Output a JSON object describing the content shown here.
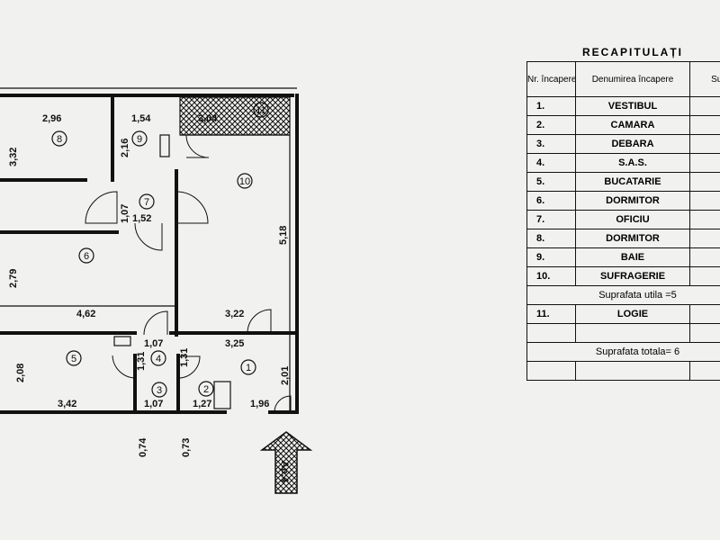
{
  "plan": {
    "dimensions": {
      "d296": "2,96",
      "d154": "1,54",
      "d304": "3,04",
      "d332": "3,32",
      "d216": "2,16",
      "d107a": "1,07",
      "d152": "1,52",
      "d518": "5,18",
      "d279": "2,79",
      "d462": "4,62",
      "d322": "3,22",
      "d107b": "1,07",
      "d325": "3,25",
      "d208": "2,08",
      "d131a": "1,31",
      "d131b": "1,31",
      "d342": "3,42",
      "d107c": "1,07",
      "d127": "1,27",
      "d196": "1,96",
      "d201": "2,01",
      "d074": "0,74",
      "d073": "0,73"
    },
    "rooms": {
      "r1": "1",
      "r2": "2",
      "r3": "3",
      "r4": "4",
      "r5": "5",
      "r6": "6",
      "r7": "7",
      "r8": "8",
      "r9": "9",
      "r10": "10",
      "r11": "11"
    },
    "entrance_label": "Ap.4"
  },
  "recap": {
    "title": "RECAPITULAȚI",
    "headers": {
      "nr": "Nr. încapere",
      "name": "Denumirea încapere",
      "area": "Sup"
    },
    "rows": [
      {
        "nr": "1.",
        "name": "VESTIBUL"
      },
      {
        "nr": "2.",
        "name": "CAMARA"
      },
      {
        "nr": "3.",
        "name": "DEBARA"
      },
      {
        "nr": "4.",
        "name": "S.A.S."
      },
      {
        "nr": "5.",
        "name": "BUCATARIE"
      },
      {
        "nr": "6.",
        "name": "DORMITOR"
      },
      {
        "nr": "7.",
        "name": "OFICIU"
      },
      {
        "nr": "8.",
        "name": "DORMITOR"
      },
      {
        "nr": "9.",
        "name": "BAIE"
      },
      {
        "nr": "10.",
        "name": "SUFRAGERIE"
      }
    ],
    "useful_area": "Suprafata utila =5",
    "logia_row": {
      "nr": "11.",
      "name": "LOGIE"
    },
    "total_area": "Suprafata totala= 6"
  },
  "colors": {
    "ink": "#111111",
    "paper": "#f1f1ef"
  }
}
